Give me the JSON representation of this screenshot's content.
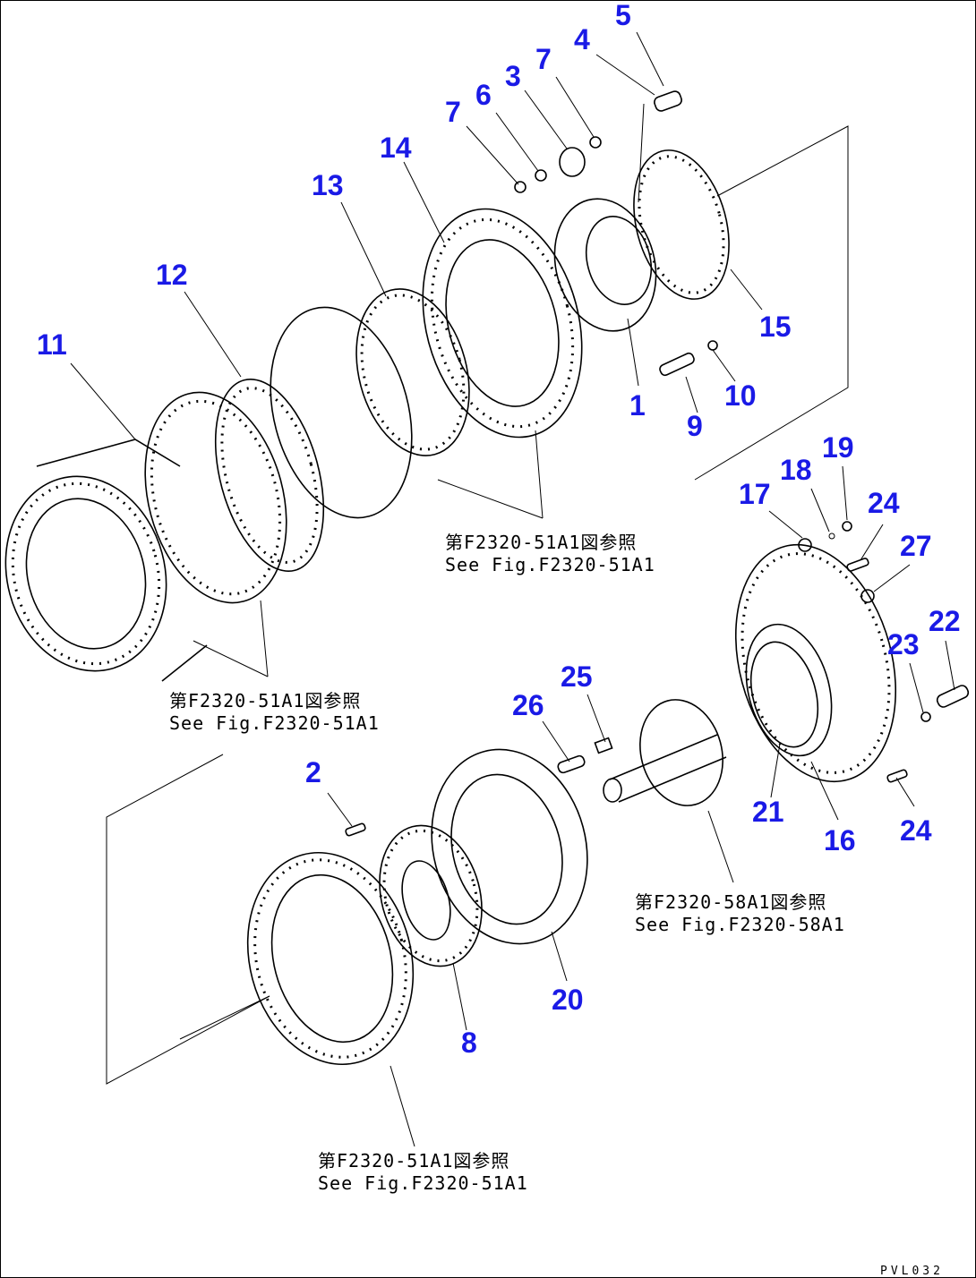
{
  "diagram": {
    "callouts": [
      "1",
      "2",
      "3",
      "4",
      "5",
      "6",
      "7",
      "7",
      "8",
      "9",
      "10",
      "11",
      "12",
      "13",
      "14",
      "15",
      "16",
      "17",
      "18",
      "19",
      "20",
      "21",
      "22",
      "23",
      "24",
      "24",
      "25",
      "26",
      "27"
    ],
    "references": [
      {
        "jp": "第F2320-51A1図参照",
        "en": "See Fig.F2320-51A1"
      },
      {
        "jp": "第F2320-51A1図参照",
        "en": "See Fig.F2320-51A1"
      },
      {
        "jp": "第F2320-58A1図参照",
        "en": "See Fig.F2320-58A1"
      },
      {
        "jp": "第F2320-51A1図参照",
        "en": "See Fig.F2320-51A1"
      }
    ],
    "drawing_code": "PVL032",
    "colors": {
      "callout": "#1a1ae6",
      "line": "#000000"
    }
  }
}
